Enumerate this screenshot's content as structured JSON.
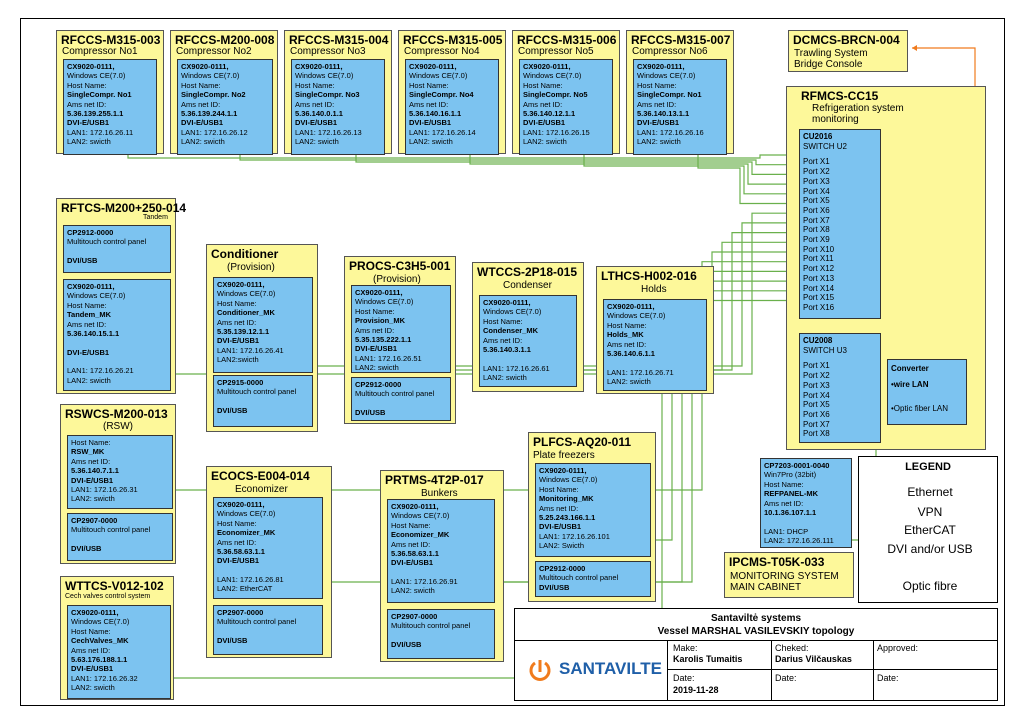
{
  "stations": {
    "c1": {
      "title": "RFCCS-M315-003",
      "sub": "Compressor No1",
      "lines": [
        "CX9020-0111,",
        "Windows CE(7.0)",
        "Host Name:",
        "SingleCompr. No1",
        "Ams net ID:",
        "5.36.139.255.1.1",
        "DVI-E/USB1",
        "LAN1: 172.16.26.11",
        "LAN2: swicth"
      ]
    },
    "c2": {
      "title": "RFCCS-M200-008",
      "sub": "Compressor No2",
      "lines": [
        "CX9020-0111,",
        "Windows CE(7.0)",
        "Host Name:",
        "SingleCompr. No2",
        "Ams net ID:",
        "5.36.139.244.1.1",
        "DVI-E/USB1",
        "LAN1: 172.16.26.12",
        "LAN2: swicth"
      ]
    },
    "c3": {
      "title": "RFCCS-M315-004",
      "sub": "Compressor No3",
      "lines": [
        "CX9020-0111,",
        "Windows CE(7.0)",
        "Host Name:",
        "SingleCompr. No3",
        "Ams net ID:",
        "5.36.140.0.1.1",
        "DVI-E/USB1",
        "LAN1: 172.16.26.13",
        "LAN2: swicth"
      ]
    },
    "c4": {
      "title": "RFCCS-M315-005",
      "sub": "Compressor No4",
      "lines": [
        "CX9020-0111,",
        "Windows CE(7.0)",
        "Host Name:",
        "SingleCompr. No4",
        "Ams net ID:",
        "5.36.140.16.1.1",
        "DVI-E/USB1",
        "LAN1: 172.16.26.14",
        "LAN2: swicth"
      ]
    },
    "c5": {
      "title": "RFCCS-M315-006",
      "sub": "Compressor No5",
      "lines": [
        "CX9020-0111,",
        "Windows CE(7.0)",
        "Host Name:",
        "SingleCompr. No5",
        "Ams net ID:",
        "5.36.140.12.1.1",
        "DVI-E/USB1",
        "LAN1: 172.16.26.15",
        "LAN2: swicth"
      ]
    },
    "c6": {
      "title": "RFCCS-M315-007",
      "sub": "Compressor No6",
      "lines": [
        "CX9020-0111,",
        "Windows CE(7.0)",
        "Host Name:",
        "SingleCompr. No1",
        "Ams net ID:",
        "5.36.140.13.1.1",
        "DVI-E/USB1",
        "LAN1: 172.16.26.16",
        "LAN2: swicth"
      ]
    },
    "tandem": {
      "title": "RFTCS-M200+250-014",
      "sub": "Tandem",
      "panel": [
        "CP2912-0000",
        "Multitouch control panel",
        "",
        "DVI/USB"
      ],
      "lines": [
        "CX9020-0111,",
        "Windows CE(7.0)",
        "Host Name:",
        "Tandem_MK",
        "Ams net ID:",
        "5.36.140.15.1.1",
        "",
        "DVI-E/USB1",
        "",
        "LAN1: 172.16.26.21",
        "LAN2: swicth"
      ]
    },
    "cond": {
      "title": "Conditioner",
      "sub": "(Provision)",
      "lines": [
        "CX9020-0111,",
        "Windows CE(7.0)",
        "Host Name:",
        "Conditioner_MK",
        "Ams net ID:",
        "5.35.139.12.1.1",
        "DVI-E/USB1",
        "LAN1: 172.16.26.41",
        "LAN2:swicth"
      ],
      "panel": [
        "CP2915-0000",
        "Multitouch control panel",
        "",
        "DVI/USB"
      ]
    },
    "proc": {
      "title": "PROCS-C3H5-001",
      "sub": "(Provision)",
      "lines": [
        "CX9020-0111,",
        "Windows CE(7.0)",
        "Host Name:",
        "Provision_MK",
        "Ams net ID:",
        "5.35.135.222.1.1",
        "DVI-E/USB1",
        "LAN1: 172.16.26.51",
        "LAN2: swicth"
      ],
      "panel": [
        "CP2912-0000",
        "Multitouch control panel",
        "",
        "DVI/USB"
      ]
    },
    "wtc": {
      "title": "WTCCS-2P18-015",
      "sub": "Condenser",
      "lines": [
        "CX9020-0111,",
        "Windows CE(7.0)",
        "Host Name:",
        "Condenser_MK",
        "Ams net ID:",
        "5.36.140.3.1.1",
        "",
        "LAN1: 172.16.26.61",
        "LAN2: swicth"
      ]
    },
    "lth": {
      "title": "LTHCS-H002-016",
      "sub": "Holds",
      "lines": [
        "CX9020-0111,",
        "Windows CE(7.0)",
        "Host Name:",
        "Holds_MK",
        "Ams net ID:",
        "5.36.140.6.1.1",
        "",
        "LAN1: 172.16.26.71",
        "LAN2: swicth"
      ]
    },
    "rsw": {
      "title": "RSWCS-M200-013",
      "sub": "(RSW)",
      "lines": [
        "Host Name:",
        "RSW_MK",
        "Ams net ID:",
        "5.36.140.7.1.1",
        "DVI-E/USB1",
        "LAN1: 172.16.26.31",
        "LAN2: swicth"
      ],
      "panel": [
        "CP2907-0000",
        "Multitouch control panel",
        "",
        "DVI/USB"
      ]
    },
    "eco": {
      "title": "ECOCS-E004-014",
      "sub": "Economizer",
      "lines": [
        "CX9020-0111,",
        "Windows CE(7.0)",
        "Host Name:",
        "Economizer_MK",
        "Ams net ID:",
        "5.36.58.63.1.1",
        "DVI-E/USB1",
        "",
        "LAN1: 172.16.26.81",
        "LAN2: EtherCAT"
      ],
      "panel": [
        "CP2907-0000",
        "Multitouch control panel",
        "",
        "DVI/USB"
      ]
    },
    "prt": {
      "title": "PRTMS-4T2P-017",
      "sub": "Bunkers",
      "lines": [
        "CX9020-0111,",
        "Windows CE(7.0)",
        "Host Name:",
        "Economizer_MK",
        "Ams net ID:",
        "5.36.58.63.1.1",
        "DVI-E/USB1",
        "",
        "LAN1: 172.16.26.91",
        "LAN2: swicth"
      ],
      "panel": [
        "CP2907-0000",
        "Multitouch control panel",
        "",
        "DVI/USB"
      ]
    },
    "plf": {
      "title": "PLFCS-AQ20-011",
      "sub": "Plate freezers",
      "lines": [
        "CX9020-0111,",
        "Windows CE(7.0)",
        "Host Name:",
        "Monitoring_MK",
        "Ams net ID:",
        "5.25.243.166.1.1",
        "DVI-E/USB1",
        "LAN1: 172.16.26.101",
        "LAN2: Swicth"
      ],
      "panel": [
        "CP2912-0000",
        "Multitouch control panel",
        "DVI/USB"
      ]
    },
    "wtt": {
      "title": "WTTCS-V012-102",
      "sub": "Cech valves control system",
      "lines": [
        "CX9020-0111,",
        "Windows CE(7.0)",
        "Host Name:",
        "CechValves_MK",
        "Ams net ID:",
        "5.63.176.188.1.1",
        "DVI-E/USB1",
        "LAN1: 172.16.26.32",
        "LAN2: swicth"
      ]
    }
  },
  "dcmcs": {
    "title": "DCMCS-BRCN-004",
    "l1": "Trawling System",
    "l2": "Bridge Console"
  },
  "rfmcs": {
    "title": "RFMCS-CC15",
    "l1": "Refrigeration system",
    "l2": "monitoring",
    "sw1": {
      "name": "CU2016",
      "sub": "SWITCH U2",
      "ports": [
        "Port X1",
        "Port X2",
        "Port X3",
        "Port X4",
        "Port X5",
        "Port X6",
        "Port X7",
        "Port X8",
        "Port X9",
        "Port X10",
        "Port X11",
        "Port X12",
        "Port X13",
        "Port X14",
        "Port X15",
        "Port X16"
      ]
    },
    "sw2": {
      "name": "CU2008",
      "sub": "SWITCH U3",
      "ports": [
        "Port X1",
        "Port X2",
        "Port X3",
        "Port X4",
        "Port X5",
        "Port X6",
        "Port X7",
        "Port X8"
      ]
    },
    "conv": {
      "title": "Converter",
      "l1": "•wire LAN",
      "l2": "•Optic fiber LAN"
    }
  },
  "refpanel": {
    "lines": [
      "CP7203-0001-0040",
      "Win7Pro (32bit)",
      "Host Name:",
      "REFPANEL-MK",
      "Ams net ID:",
      "10.1.36.107.1.1",
      "",
      "LAN1: DHCP",
      "LAN2: 172.16.26.111"
    ]
  },
  "ipcms": {
    "title": "IPCMS-T05K-033",
    "l1": "MONITORING SYSTEM",
    "l2": "MAIN CABINET"
  },
  "legend": {
    "title": "LEGEND",
    "ethernet": "Ethernet",
    "vpn": "VPN",
    "ethercat": "EtherCAT",
    "dvi": "DVI and/or USB",
    "optic": "Optic fibre",
    "c_eth": "#6ab04c",
    "c_vpn": "#2a7fd4",
    "c_ecat": "#ee3344",
    "c_dvi": "#000000",
    "c_opt": "#f07b1d"
  },
  "titleblock": {
    "line1": "Santaviltė systems",
    "line2": "Vessel MARSHAL VASILEVSKIY topology",
    "logo": "SANTAVILTE",
    "make_l": "Make:",
    "make_v": "Karolis Tumaitis",
    "cheked_l": "Cheked:",
    "cheked_v": "Darius Vilčauskas",
    "approved_l": "Approved:",
    "date_l": "Date:",
    "date_v": "2019-11-28",
    "date2_l": "Date:",
    "date3_l": "Date:"
  }
}
